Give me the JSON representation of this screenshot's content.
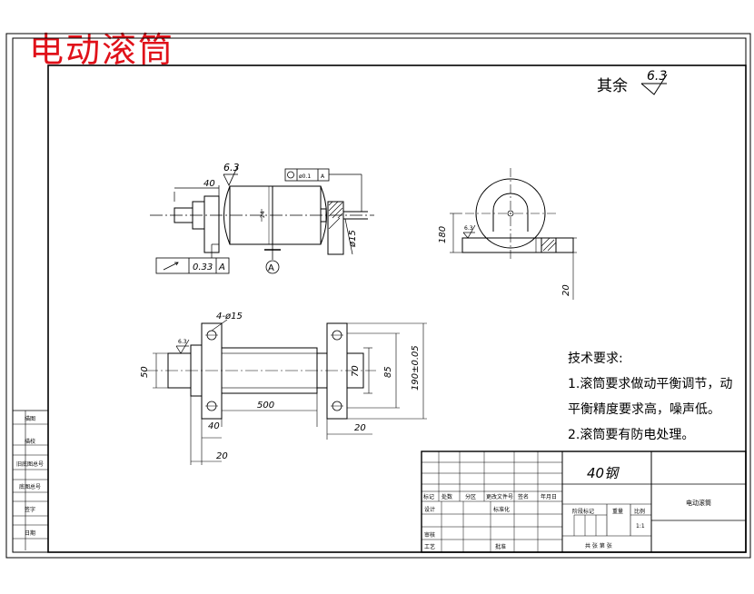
{
  "title": "电动滚筒",
  "surface_finish": {
    "label": "其余",
    "value": "6.3"
  },
  "front_view": {
    "roughness": "6.3",
    "dim_shaft_left": "40",
    "dim_center": "24",
    "dim_dia": "ø15",
    "runout_value": "0.33",
    "runout_datum": "A",
    "datum_label": "A",
    "circularity": "ø0.1",
    "circularity_datum": "A"
  },
  "side_view": {
    "height": "180",
    "base": "20",
    "roughness": "6.3"
  },
  "top_view": {
    "holes": "4-ø15",
    "left_height": "50",
    "dim_70": "70",
    "dim_85": "85",
    "dim_190": "190±0.05",
    "length_500": "500",
    "dim_40": "40",
    "dim_20_right": "20",
    "dim_20_left": "20",
    "roughness": "6.3"
  },
  "tech_requirements": {
    "heading": "技术要求:",
    "line1": "1.滚筒要求做动平衡调节，动",
    "line2": "平衡精度要求高，噪声低。",
    "line3": "2.滚筒要有防电处理。"
  },
  "side_panel": [
    "描图",
    "描校",
    "旧底图总号",
    "底图总号",
    "签字",
    "日期"
  ],
  "title_block": {
    "material": "40钢",
    "name": "电动滚筒",
    "headers": [
      "标记",
      "处数",
      "分区",
      "更改文件号",
      "签名",
      "年月日"
    ],
    "design": "设计",
    "standardize": "标准化",
    "stage": "阶段标记",
    "weight": "重量",
    "scale": "比例",
    "scale_value": "1:1",
    "review": "审核",
    "process": "工艺",
    "approve": "批准",
    "sheets": "共  张  第  张"
  }
}
